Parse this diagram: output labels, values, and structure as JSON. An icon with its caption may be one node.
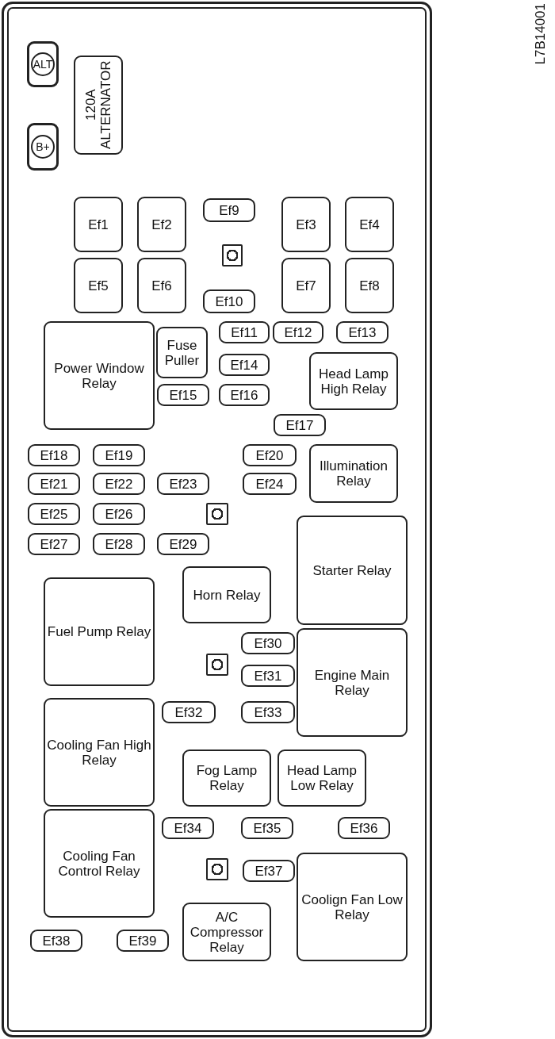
{
  "diagram": {
    "nodes": [
      {
        "text": [],
        "shape": "box"
      },
      {
        "text": [
          "ALT"
        ],
        "in": 0
      },
      {
        "text": [
          "B+"
        ],
        "in": 0
      },
      {
        "text": [
          "120A ALTERNATOR"
        ],
        "in": 0
      },
      {
        "text": [
          "Ef1"
        ],
        "in": 0
      },
      {
        "text": [
          "Ef2"
        ],
        "in": 0
      },
      {
        "text": [
          "Ef9"
        ],
        "in": 0
      },
      {
        "text": [
          "Ef3"
        ],
        "in": 0
      },
      {
        "text": [
          "Ef4"
        ],
        "in": 0
      },
      {
        "text": [],
        "shape": "box",
        "in": 0
      },
      {
        "text": [
          "Ef5"
        ],
        "in": 0
      },
      {
        "text": [
          "Ef6"
        ],
        "in": 0
      },
      {
        "text": [
          "Ef10"
        ],
        "in": 0
      },
      {
        "text": [
          "Ef7"
        ],
        "in": 0
      },
      {
        "text": [
          "Ef8"
        ],
        "in": 0
      },
      {
        "text": [
          "Power Window Relay"
        ],
        "in": 0
      },
      {
        "text": [
          "Fuse Puller"
        ],
        "in": 0
      },
      {
        "text": [
          "Ef11"
        ],
        "in": 0
      },
      {
        "text": [
          "Ef12"
        ],
        "in": 0
      },
      {
        "text": [
          "Ef13"
        ],
        "in": 0
      },
      {
        "text": [
          "Ef14"
        ],
        "in": 0
      },
      {
        "text": [
          "Head Lamp High Relay"
        ],
        "in": 0
      },
      {
        "text": [
          "Ef15"
        ],
        "in": 0
      },
      {
        "text": [
          "Ef16"
        ],
        "in": 0
      },
      {
        "text": [
          "Ef17"
        ],
        "in": 0
      },
      {
        "text": [
          "Ef18"
        ],
        "in": 0
      },
      {
        "text": [
          "Ef19"
        ],
        "in": 0
      },
      {
        "text": [
          "Ef20"
        ],
        "in": 0
      },
      {
        "text": [
          "Illumination Relay"
        ],
        "in": 0
      },
      {
        "text": [
          "Ef21"
        ],
        "in": 0
      },
      {
        "text": [
          "Ef22"
        ],
        "in": 0
      },
      {
        "text": [
          "Ef23"
        ],
        "in": 0
      },
      {
        "text": [
          "Ef24"
        ],
        "in": 0
      },
      {
        "text": [],
        "shape": "box",
        "in": 0
      },
      {
        "text": [
          "Ef25"
        ],
        "in": 0
      },
      {
        "text": [
          "Ef26"
        ],
        "in": 0
      },
      {
        "text": [
          "Starter Relay"
        ],
        "in": 0
      },
      {
        "text": [
          "Ef27"
        ],
        "in": 0
      },
      {
        "text": [
          "Ef28"
        ],
        "in": 0
      },
      {
        "text": [
          "Ef29"
        ],
        "in": 0
      },
      {
        "text": [
          "Horn Relay"
        ],
        "in": 0
      },
      {
        "text": [
          "Fuel Pump Relay"
        ],
        "in": 0
      },
      {
        "text": [
          "Ef30"
        ],
        "in": 0
      },
      {
        "text": [
          "Engine Main Relay"
        ],
        "in": 0
      },
      {
        "text": [],
        "shape": "box",
        "in": 0
      },
      {
        "text": [
          "Ef31"
        ],
        "in": 0
      },
      {
        "text": [
          "Ef32"
        ],
        "in": 0
      },
      {
        "text": [
          "Ef33"
        ],
        "in": 0
      },
      {
        "text": [
          "Cooling Fan High Relay"
        ],
        "in": 0
      },
      {
        "text": [
          "Fog Lamp Relay"
        ],
        "in": 0
      },
      {
        "text": [
          "Head Lamp Low Relay"
        ],
        "in": 0
      },
      {
        "text": [
          "Cooling Fan Control Relay"
        ],
        "in": 0
      },
      {
        "text": [
          "Ef34"
        ],
        "in": 0
      },
      {
        "text": [
          "Ef35"
        ],
        "in": 0
      },
      {
        "text": [
          "Ef36"
        ],
        "in": 0
      },
      {
        "text": [],
        "shape": "box",
        "in": 0
      },
      {
        "text": [
          "Ef37"
        ],
        "in": 0
      },
      {
        "text": [
          "Coolign Fan Low Relay"
        ],
        "in": 0
      },
      {
        "text": [
          "A/C Compressor Relay"
        ],
        "in": 0
      },
      {
        "text": [
          "Ef38"
        ],
        "in": 0
      },
      {
        "text": [
          "Ef39"
        ],
        "in": 0
      }
    ],
    "labels": [
      "L7B14001"
    ]
  }
}
